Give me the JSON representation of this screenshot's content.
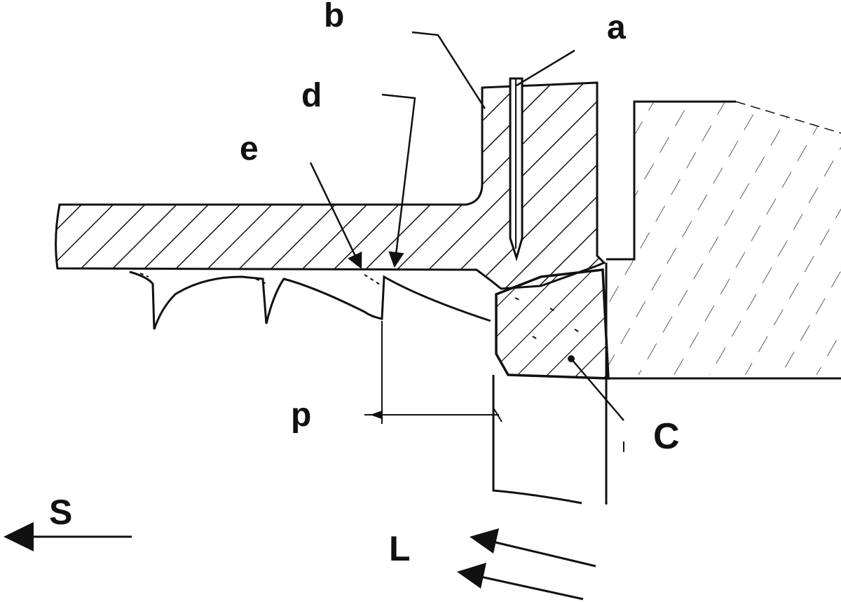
{
  "labels": {
    "a": "a",
    "b": "b",
    "c": "C",
    "d": "d",
    "e": "e",
    "p": "p",
    "s": "S",
    "l": "L"
  },
  "colors": {
    "ink": "#111111",
    "background": "#ffffff"
  }
}
